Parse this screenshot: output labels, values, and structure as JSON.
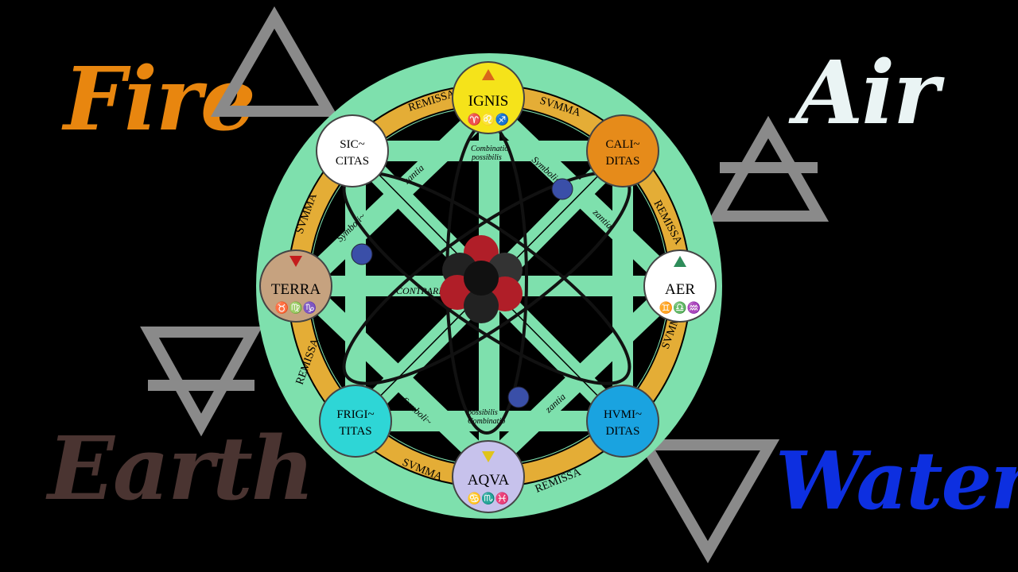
{
  "corner_words": {
    "fire": "Fire",
    "air": "Air",
    "earth": "Earth",
    "water": "Water"
  },
  "colors": {
    "fire": "#e8860f",
    "air": "#eaf4f4",
    "earth": "#4a3431",
    "water": "#0d2fe0",
    "wheel": "#7ee0ad",
    "ring": "#e4ad36",
    "symbol_grey": "#8a8a8a"
  },
  "nodes": {
    "ignis": {
      "label": "IGNIS",
      "signs": "♈♌♐"
    },
    "calidatas": {
      "line1": "CALI~",
      "line2": "DITAS"
    },
    "aer": {
      "label": "AER",
      "signs": "♊♎♒"
    },
    "hvmiditas": {
      "line1": "HVMI~",
      "line2": "DITAS"
    },
    "aqva": {
      "label": "AQVA",
      "signs": "♋♏♓"
    },
    "frigitatis": {
      "line1": "FRIGI~",
      "line2": "TITAS"
    },
    "terra": {
      "label": "TERRA",
      "signs": "♉♍♑"
    },
    "siccitas": {
      "line1": "SIC~",
      "line2": "CITAS"
    }
  },
  "ring_labels": {
    "remissa": "REMISSA",
    "svmma": "SVMMA"
  },
  "band_labels": {
    "combinatio": "Combinatio",
    "possibilis": "possibilis",
    "symbolizantia": "Symboli~",
    "zantia": "zantia",
    "contra": "CONTRARIA"
  },
  "icon_names": [
    "fire-triangle-icon",
    "air-triangle-icon",
    "earth-triangle-icon",
    "water-triangle-icon",
    "atom-icon"
  ]
}
